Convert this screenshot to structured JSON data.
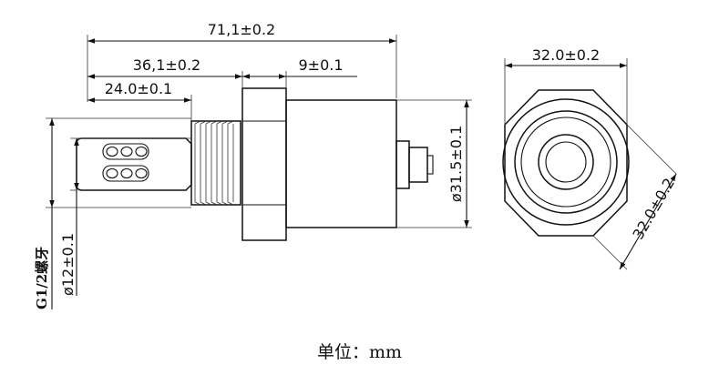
{
  "dimensions": {
    "overall_length": "71,1±0.2",
    "body_length": "36,1±0.2",
    "flange_width": "9±0.1",
    "probe_length": "24.0±0.1",
    "body_diameter": "ø31.5±0.1",
    "probe_diameter": "ø12±0.1",
    "thread_spec": "G1/2螺牙",
    "hex_width_top": "32.0±0.2",
    "hex_width_diag": "32.0±0.2"
  },
  "unit_label": "单位：mm"
}
